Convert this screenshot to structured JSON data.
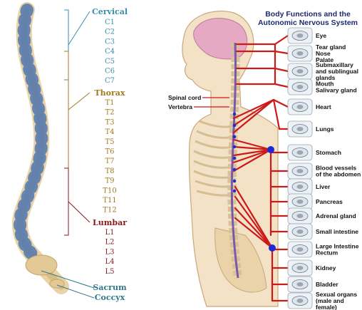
{
  "left_diagram": {
    "regions": [
      {
        "name": "Cervical",
        "color": "#3a8fa8",
        "labels": [
          "C1",
          "C2",
          "C3",
          "C4",
          "C5",
          "C6",
          "C7"
        ]
      },
      {
        "name": "Thorax",
        "color": "#a07a1e",
        "labels": [
          "T1",
          "T2",
          "T3",
          "T4",
          "T5",
          "T6",
          "T7",
          "T8",
          "T9",
          "T10",
          "T11",
          "T12"
        ]
      },
      {
        "name": "Lumbar",
        "color": "#8a1a1a",
        "labels": [
          "L1",
          "L2",
          "L3",
          "L4",
          "L5"
        ]
      },
      {
        "name": "Sacrum",
        "color": "#2e7a8a",
        "labels": []
      },
      {
        "name": "Coccyx",
        "color": "#2e7a8a",
        "labels": []
      }
    ]
  },
  "right_diagram": {
    "title_line1": "Body Functions and the",
    "title_line2": "Autonomic Nervous System",
    "body_labels": {
      "spinal_cord": "Spinal cord",
      "vertebra": "Vertebra"
    },
    "organs": [
      {
        "label": [
          "Eye"
        ],
        "icon": "eye-icon"
      },
      {
        "label": [
          "Tear gland",
          "Nose",
          "Palate"
        ],
        "icon": "nose-icon"
      },
      {
        "label": [
          "Submaxillary",
          "and sublingual",
          "glands"
        ],
        "icon": "gland-icon"
      },
      {
        "label": [
          "Mouth",
          "Salivary gland"
        ],
        "icon": "mouth-icon"
      },
      {
        "label": [
          "Heart"
        ],
        "icon": "heart-icon"
      },
      {
        "label": [
          "Lungs"
        ],
        "icon": "lungs-icon"
      },
      {
        "label": [
          "Stomach"
        ],
        "icon": "stomach-icon"
      },
      {
        "label": [
          "Blood vessels",
          "of the abdomen"
        ],
        "icon": "blood-vessel-icon"
      },
      {
        "label": [
          "Liver"
        ],
        "icon": "liver-icon"
      },
      {
        "label": [
          "Pancreas"
        ],
        "icon": "pancreas-icon"
      },
      {
        "label": [
          "Adrenal gland"
        ],
        "icon": "adrenal-icon"
      },
      {
        "label": [
          "Small intestine"
        ],
        "icon": "small-intestine-icon"
      },
      {
        "label": [
          "Large Intestine",
          "Rectum"
        ],
        "icon": "large-intestine-icon"
      },
      {
        "label": [
          "Kidney"
        ],
        "icon": "kidney-icon"
      },
      {
        "label": [
          "Bladder"
        ],
        "icon": "bladder-icon"
      },
      {
        "label": [
          "Sexual organs",
          "(male and",
          "female)"
        ],
        "icon": "sexual-organs-icon"
      }
    ],
    "colors": {
      "nerve": "#cc1a1a",
      "node": "#1a2ad6",
      "skin": "#f3e2c6",
      "cord": "#7a5aa8"
    }
  }
}
